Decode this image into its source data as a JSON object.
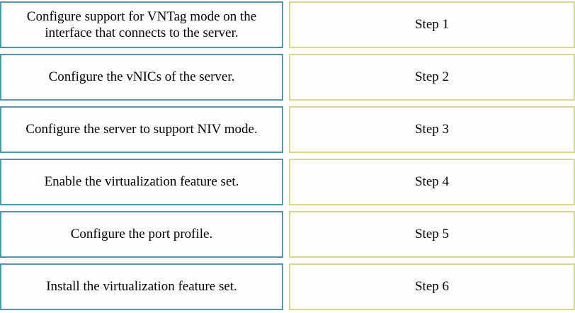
{
  "colors": {
    "page_background": "#ffffff",
    "box_fill": "#fefefe",
    "task_border": "#4f98a4",
    "step_border": "#d8d88f",
    "text_color": "#000000"
  },
  "tasks": {
    "items": [
      {
        "label": "Configure support for VNTag mode on the interface that connects to the server."
      },
      {
        "label": "Configure the vNICs of the server."
      },
      {
        "label": "Configure the server to support NIV mode."
      },
      {
        "label": "Enable the virtualization feature set."
      },
      {
        "label": "Configure the port profile."
      },
      {
        "label": "Install the virtualization feature set."
      }
    ]
  },
  "steps": {
    "items": [
      {
        "label": "Step 1"
      },
      {
        "label": "Step 2"
      },
      {
        "label": "Step 3"
      },
      {
        "label": "Step 4"
      },
      {
        "label": "Step 5"
      },
      {
        "label": "Step 6"
      }
    ]
  }
}
